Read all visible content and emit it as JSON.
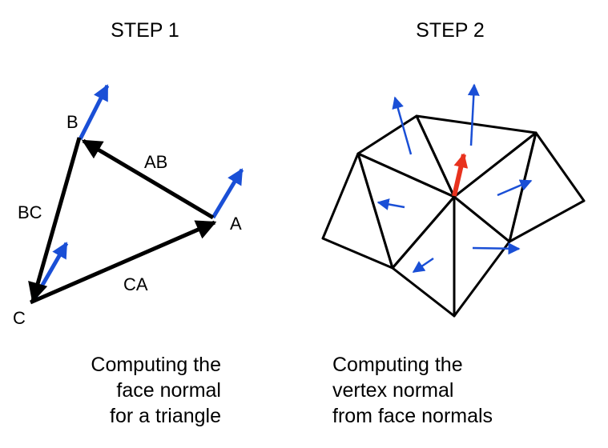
{
  "step1": {
    "title": "STEP 1",
    "vertex_labels": {
      "a": "A",
      "b": "B",
      "c": "C"
    },
    "edge_labels": {
      "ab": "AB",
      "bc": "BC",
      "ca": "CA"
    },
    "caption": [
      "Computing the",
      "face normal",
      "for a triangle"
    ]
  },
  "step2": {
    "title": "STEP 2",
    "caption": [
      "Computing the",
      "vertex normal",
      "from face normals"
    ]
  },
  "colors": {
    "edge_vector": "#000000",
    "face_normal": "#1a4fd6",
    "vertex_normal": "#e8321e",
    "mesh_line": "#000000"
  }
}
